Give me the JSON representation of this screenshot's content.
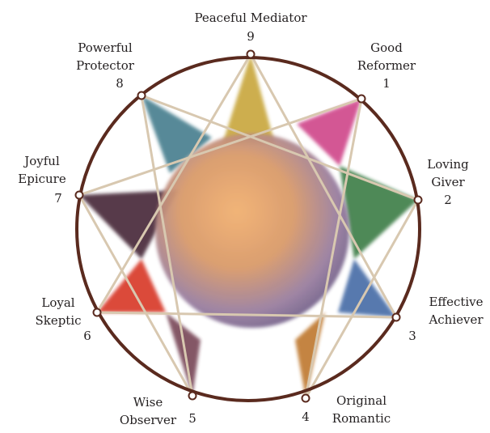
{
  "points": [
    {
      "number": "9",
      "name_lines": [
        "Peaceful Mediator"
      ]
    },
    {
      "number": "1",
      "name_lines": [
        "Good",
        "Reformer"
      ]
    },
    {
      "number": "2",
      "name_lines": [
        "Loving",
        "Giver"
      ]
    },
    {
      "number": "3",
      "name_lines": [
        "Effective",
        "Achiever"
      ]
    },
    {
      "number": "4",
      "name_lines": [
        "Original",
        "Romantic"
      ]
    },
    {
      "number": "5",
      "name_lines": [
        "Wise",
        "Observer"
      ]
    },
    {
      "number": "6",
      "name_lines": [
        "Loyal",
        "Skeptic"
      ]
    },
    {
      "number": "7",
      "name_lines": [
        "Joyful",
        "Epicure"
      ]
    },
    {
      "number": "8",
      "name_lines": [
        "Powerful",
        "Protector"
      ]
    }
  ],
  "colors": {
    "circle_stroke": "#5a2a1e",
    "line_stroke": "#d8c8b0",
    "center_warm": "#e8a060",
    "center_cool": "#8a7fa8",
    "wedge_9": "#c9a840",
    "wedge_1": "#d04a8c",
    "wedge_2": "#3f7f4a",
    "wedge_3": "#4a6ea8",
    "wedge_4": "#c07a30",
    "wedge_5": "#7a4a5a",
    "wedge_6": "#d83a2a",
    "wedge_7": "#4a2a3a",
    "wedge_8": "#4a8090"
  }
}
